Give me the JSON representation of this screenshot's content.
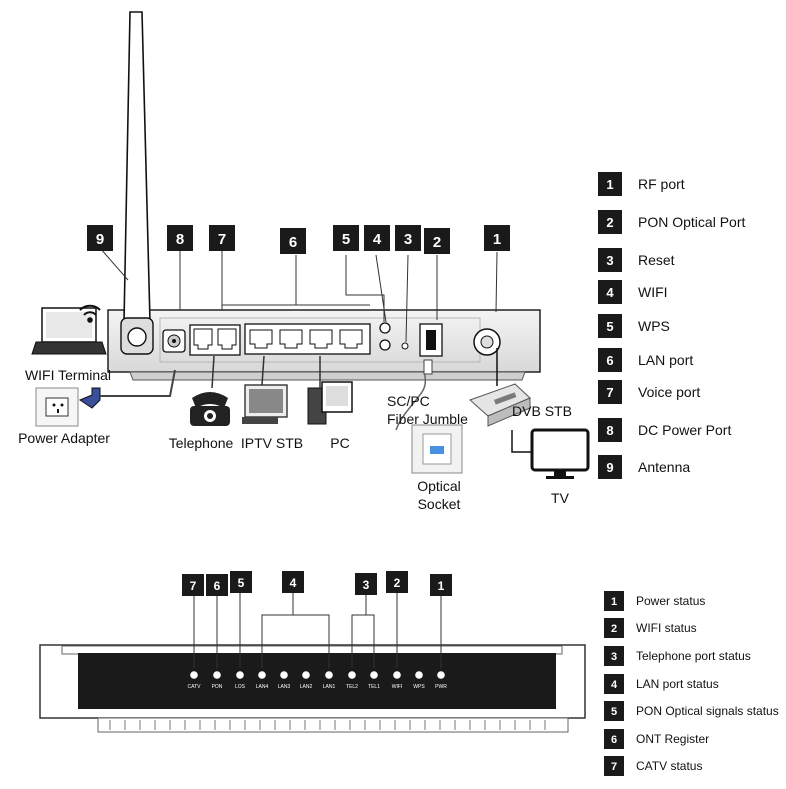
{
  "back_panel": {
    "devices": {
      "wifi_terminal": "WIFI Terminal",
      "power_adapter": "Power Adapter",
      "telephone": "Telephone",
      "iptv_stb": "IPTV STB",
      "pc": "PC",
      "fiber_jumble_1": "SC/PC",
      "fiber_jumble_2": "Fiber Jumble",
      "dvb_stb": "DVB STB",
      "optical_socket_1": "Optical",
      "optical_socket_2": "Socket",
      "tv": "TV"
    },
    "legend": [
      {
        "num": "1",
        "label": "RF port"
      },
      {
        "num": "2",
        "label": "PON Optical Port"
      },
      {
        "num": "3",
        "label": "Reset"
      },
      {
        "num": "4",
        "label": "WIFI"
      },
      {
        "num": "5",
        "label": "WPS"
      },
      {
        "num": "6",
        "label": "LAN port"
      },
      {
        "num": "7",
        "label": "Voice port"
      },
      {
        "num": "8",
        "label": "DC Power Port"
      },
      {
        "num": "9",
        "label": "Antenna"
      }
    ]
  },
  "front_panel": {
    "led_labels": [
      "CATV",
      "PON",
      "LOS",
      "LAN4",
      "LAN3",
      "LAN2",
      "LAN1",
      "TEL2",
      "TEL1",
      "WIFI",
      "WPS",
      "PWR"
    ],
    "legend": [
      {
        "num": "1",
        "label": "Power status"
      },
      {
        "num": "2",
        "label": "WIFI status"
      },
      {
        "num": "3",
        "label": "Telephone port status"
      },
      {
        "num": "4",
        "label": "LAN port status"
      },
      {
        "num": "5",
        "label": "PON Optical signals status"
      },
      {
        "num": "6",
        "label": "ONT Register"
      },
      {
        "num": "7",
        "label": "CATV status"
      }
    ]
  }
}
